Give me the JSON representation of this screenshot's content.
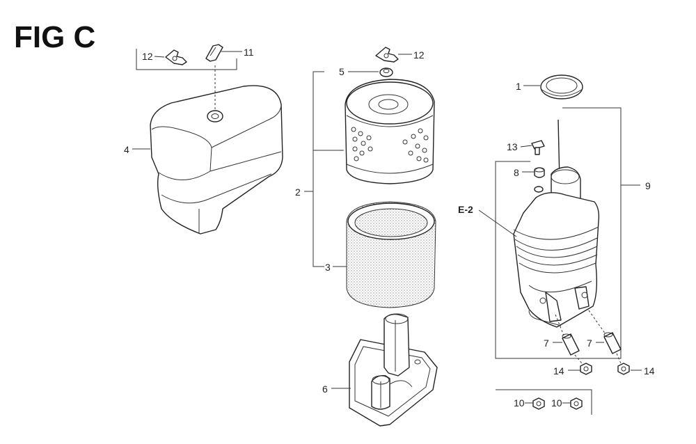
{
  "figure": {
    "title": "FIG C"
  },
  "callouts": [
    {
      "id": "c12a",
      "text": "12"
    },
    {
      "id": "c11",
      "text": "11"
    },
    {
      "id": "c4",
      "text": "4"
    },
    {
      "id": "c5",
      "text": "5"
    },
    {
      "id": "c12b",
      "text": "12"
    },
    {
      "id": "c2",
      "text": "2"
    },
    {
      "id": "c3",
      "text": "3"
    },
    {
      "id": "c6",
      "text": "6"
    },
    {
      "id": "c1",
      "text": "1"
    },
    {
      "id": "c13",
      "text": "13"
    },
    {
      "id": "c8",
      "text": "8"
    },
    {
      "id": "c9",
      "text": "9"
    },
    {
      "id": "cE2",
      "text": "E-2"
    },
    {
      "id": "c7a",
      "text": "7"
    },
    {
      "id": "c7b",
      "text": "7"
    },
    {
      "id": "c14a",
      "text": "14"
    },
    {
      "id": "c14b",
      "text": "14"
    },
    {
      "id": "c10a",
      "text": "10"
    },
    {
      "id": "c10b",
      "text": "10"
    }
  ]
}
